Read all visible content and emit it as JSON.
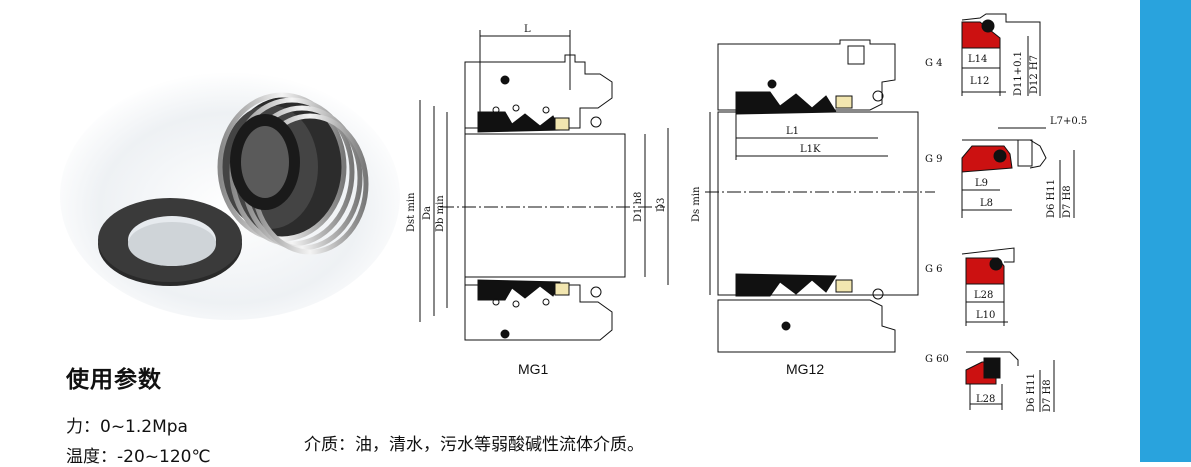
{
  "colors": {
    "accent_bar": "#29a3dd",
    "seal_face": "#cc1111",
    "insert": "#f2e6b0"
  },
  "section_title": "使用参数",
  "params": {
    "pressure": "力：0~1.2Mpa",
    "temperature": "温度：-20~120℃"
  },
  "medium": "介质：油，清水，污水等弱酸碱性流体介质。",
  "mg1": {
    "caption": "MG1",
    "dim_L": "L",
    "dim_dst": "Dst min",
    "dim_da": "Da",
    "dim_db": "Db min",
    "dim_d1": "D1 h8",
    "dim_d3": "D3"
  },
  "mg12": {
    "caption": "MG12",
    "dim_l1": "L1",
    "dim_l1k": "L1K",
    "dim_ds": "Ds min"
  },
  "g4": {
    "code": "G 4",
    "l14": "L14",
    "l12": "L12",
    "d11": "D11+0.1",
    "d12": "D12 H7"
  },
  "g9": {
    "code": "G 9",
    "l7": "L7+0.5",
    "l9": "L9",
    "l8": "L8",
    "d6": "D6 H11",
    "d7": "D7 H8"
  },
  "g6": {
    "code": "G 6",
    "l28": "L28",
    "l10": "L10"
  },
  "g60": {
    "code": "G 60",
    "l28": "L28",
    "d6": "D6 H11",
    "d7": "D7 H8"
  }
}
